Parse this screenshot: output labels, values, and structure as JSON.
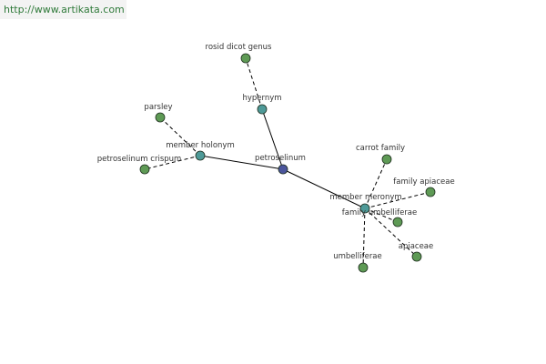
{
  "source_url": "http://www.artikata.com",
  "colors": {
    "banner_text": "#2f7a3a",
    "root_node": "#4b559c",
    "relation_node": "#4e9a98",
    "word_node": "#5e9a55",
    "edge": "#000000"
  },
  "graph": {
    "nodes": [
      {
        "id": "petroselinum",
        "label": "petroselinum",
        "kind": "root"
      },
      {
        "id": "hypernym",
        "label": "hypernym",
        "kind": "relation"
      },
      {
        "id": "member-holonym",
        "label": "member holonym",
        "kind": "relation"
      },
      {
        "id": "member-meronym",
        "label": "member meronym",
        "kind": "relation"
      },
      {
        "id": "rosid-dicot-genus",
        "label": "rosid dicot genus",
        "kind": "word"
      },
      {
        "id": "parsley",
        "label": "parsley",
        "kind": "word"
      },
      {
        "id": "petroselinum-crispum",
        "label": "petroselinum crispum",
        "kind": "word"
      },
      {
        "id": "carrot-family",
        "label": "carrot family",
        "kind": "word"
      },
      {
        "id": "family-apiaceae",
        "label": "family apiaceae",
        "kind": "word"
      },
      {
        "id": "family-umbelliferae",
        "label": "family umbelliferae",
        "kind": "word"
      },
      {
        "id": "apiaceae",
        "label": "apiaceae",
        "kind": "word"
      },
      {
        "id": "umbelliferae",
        "label": "umbelliferae",
        "kind": "word"
      }
    ],
    "edges": [
      {
        "from": "petroselinum",
        "to": "hypernym",
        "style": "solid"
      },
      {
        "from": "petroselinum",
        "to": "member-holonym",
        "style": "solid"
      },
      {
        "from": "petroselinum",
        "to": "member-meronym",
        "style": "solid"
      },
      {
        "from": "hypernym",
        "to": "rosid-dicot-genus",
        "style": "dashed"
      },
      {
        "from": "member-holonym",
        "to": "parsley",
        "style": "dashed"
      },
      {
        "from": "member-holonym",
        "to": "petroselinum-crispum",
        "style": "dashed"
      },
      {
        "from": "member-meronym",
        "to": "carrot-family",
        "style": "dashed"
      },
      {
        "from": "member-meronym",
        "to": "family-apiaceae",
        "style": "dashed"
      },
      {
        "from": "member-meronym",
        "to": "family-umbelliferae",
        "style": "dashed"
      },
      {
        "from": "member-meronym",
        "to": "apiaceae",
        "style": "dashed"
      },
      {
        "from": "member-meronym",
        "to": "umbelliferae",
        "style": "dashed"
      }
    ]
  }
}
